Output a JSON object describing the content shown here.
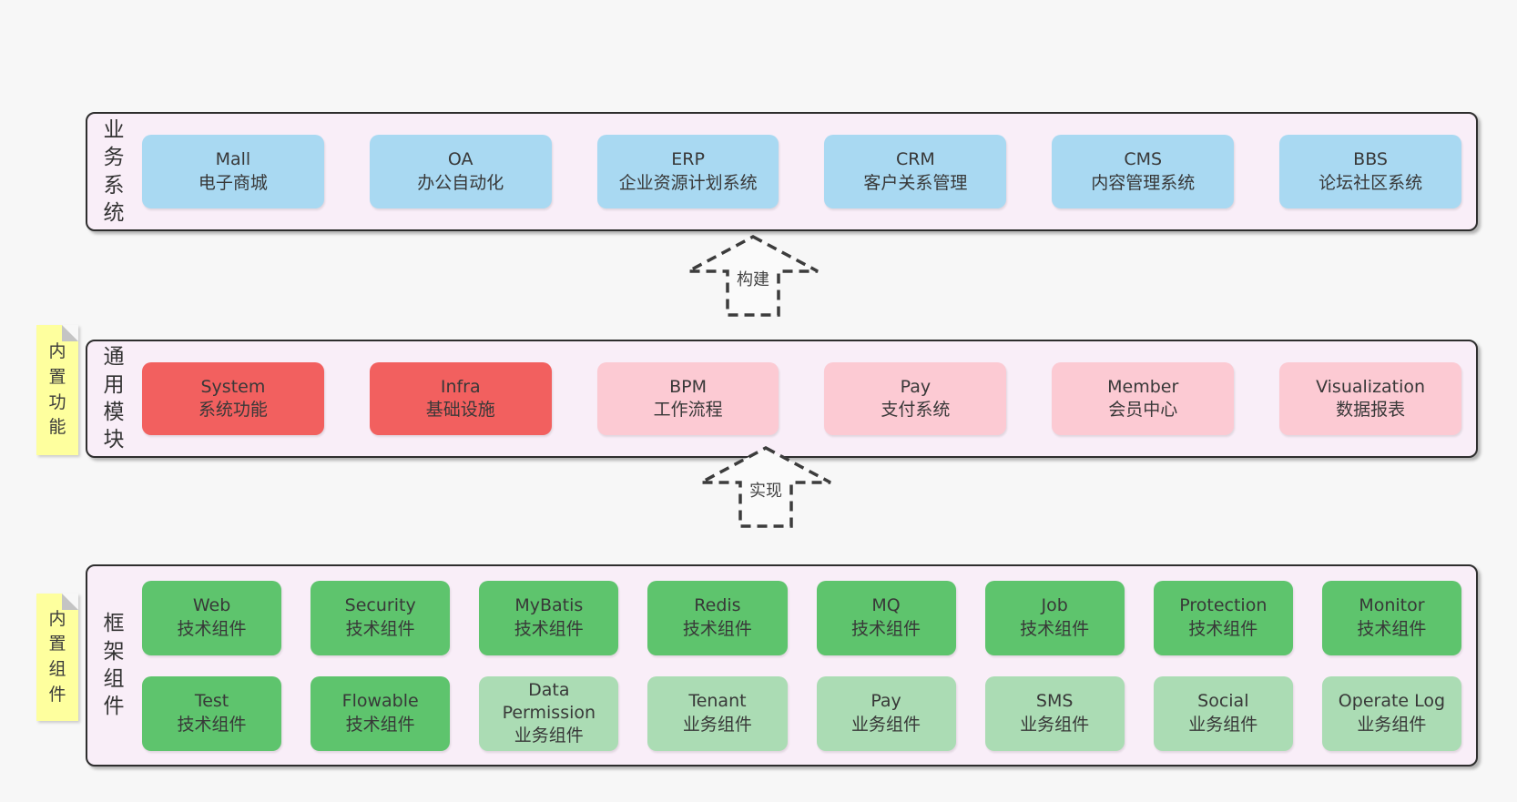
{
  "colors": {
    "page_bg": "#f7f7f7",
    "band_bg": "#f9eef8",
    "band_border": "#2e2e2e",
    "box_blue": "#a9d9f2",
    "box_red": "#f2605f",
    "box_pink": "#fccad3",
    "box_green": "#5ec46d",
    "box_light_green": "#abdcb4",
    "note_yellow": "#feff9e",
    "text": "#383838"
  },
  "band1": {
    "label": "业务系统",
    "boxes": [
      {
        "title": "Mall",
        "subtitle": "电子商城",
        "variant": "blue"
      },
      {
        "title": "OA",
        "subtitle": "办公自动化",
        "variant": "blue"
      },
      {
        "title": "ERP",
        "subtitle": "企业资源计划系统",
        "variant": "blue"
      },
      {
        "title": "CRM",
        "subtitle": "客户关系管理",
        "variant": "blue"
      },
      {
        "title": "CMS",
        "subtitle": "内容管理系统",
        "variant": "blue"
      },
      {
        "title": "BBS",
        "subtitle": "论坛社区系统",
        "variant": "blue"
      }
    ]
  },
  "arrow1": {
    "label": "构建"
  },
  "band2": {
    "label": "通用模块",
    "note": "内置功能",
    "boxes": [
      {
        "title": "System",
        "subtitle": "系统功能",
        "variant": "red"
      },
      {
        "title": "Infra",
        "subtitle": "基础设施",
        "variant": "red"
      },
      {
        "title": "BPM",
        "subtitle": "工作流程",
        "variant": "pink"
      },
      {
        "title": "Pay",
        "subtitle": "支付系统",
        "variant": "pink"
      },
      {
        "title": "Member",
        "subtitle": "会员中心",
        "variant": "pink"
      },
      {
        "title": "Visualization",
        "subtitle": "数据报表",
        "variant": "pink"
      }
    ]
  },
  "arrow2": {
    "label": "实现"
  },
  "band3": {
    "label": "框架组件",
    "note": "内置组件",
    "row1": [
      {
        "title": "Web",
        "subtitle": "技术组件",
        "variant": "green"
      },
      {
        "title": "Security",
        "subtitle": "技术组件",
        "variant": "green"
      },
      {
        "title": "MyBatis",
        "subtitle": "技术组件",
        "variant": "green"
      },
      {
        "title": "Redis",
        "subtitle": "技术组件",
        "variant": "green"
      },
      {
        "title": "MQ",
        "subtitle": "技术组件",
        "variant": "green"
      },
      {
        "title": "Job",
        "subtitle": "技术组件",
        "variant": "green"
      },
      {
        "title": "Protection",
        "subtitle": "技术组件",
        "variant": "green"
      },
      {
        "title": "Monitor",
        "subtitle": "技术组件",
        "variant": "green"
      }
    ],
    "row2": [
      {
        "title": "Test",
        "subtitle": "技术组件",
        "variant": "green"
      },
      {
        "title": "Flowable",
        "subtitle": "技术组件",
        "variant": "green"
      },
      {
        "title": "Data Permission",
        "subtitle": "业务组件",
        "variant": "light-green"
      },
      {
        "title": "Tenant",
        "subtitle": "业务组件",
        "variant": "light-green"
      },
      {
        "title": "Pay",
        "subtitle": "业务组件",
        "variant": "light-green"
      },
      {
        "title": "SMS",
        "subtitle": "业务组件",
        "variant": "light-green"
      },
      {
        "title": "Social",
        "subtitle": "业务组件",
        "variant": "light-green"
      },
      {
        "title": "Operate Log",
        "subtitle": "业务组件",
        "variant": "light-green"
      }
    ]
  }
}
